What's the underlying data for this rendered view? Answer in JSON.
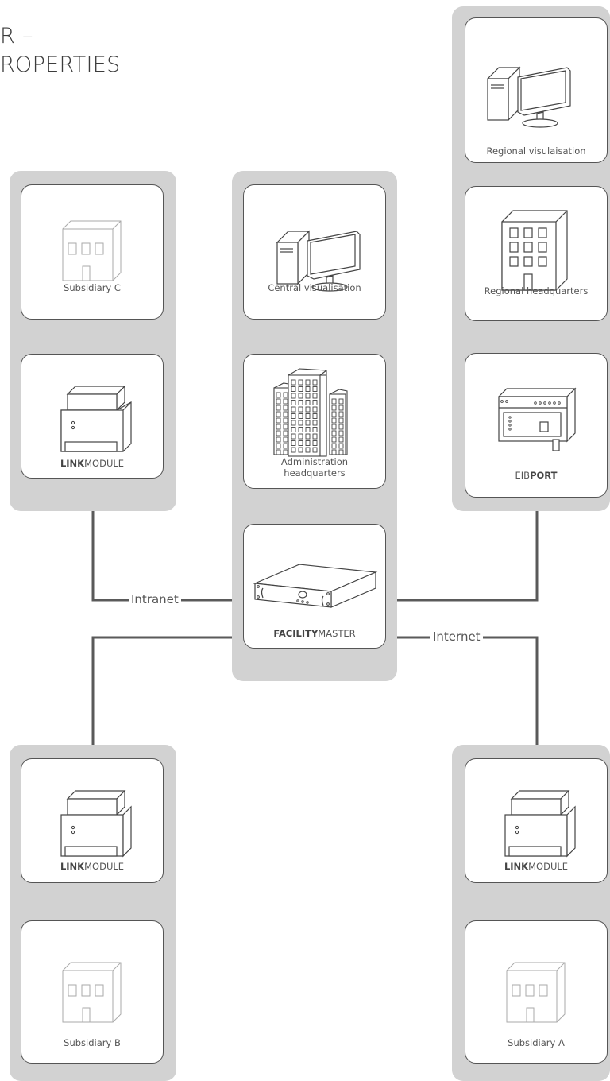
{
  "title": {
    "line1": "R –",
    "line2": "ROPERTIES"
  },
  "networks": {
    "intranet": "Intranet",
    "internet": "Internet"
  },
  "devices": {
    "subsidiary_c": "Subsidiary C",
    "linkmodule_c": {
      "bold": "LINK",
      "rest": "MODULE"
    },
    "central_visualisation": "Central visualisation",
    "administration_headquarters": {
      "line1": "Administration",
      "line2": "headquarters"
    },
    "facilitymaster": {
      "bold": "FACILITY",
      "rest": "MASTER"
    },
    "regional_visualisation": "Regional visulaisation",
    "regional_headquarters": "Regional headquarters",
    "eibport": {
      "rest": "EIB",
      "bold": "PORT"
    },
    "linkmodule_b": {
      "bold": "LINK",
      "rest": "MODULE"
    },
    "subsidiary_b": "Subsidiary B",
    "linkmodule_a": {
      "bold": "LINK",
      "rest": "MODULE"
    },
    "subsidiary_a": "Subsidiary A"
  },
  "colors": {
    "column_bg": "#d2d2d2",
    "line": "#5a5a5a",
    "card_border": "#555555"
  },
  "icons": [
    "house-icon",
    "din-module-icon",
    "computer-icon",
    "office-towers-icon",
    "rack-server-icon",
    "office-building-icon",
    "eibport-device-icon"
  ]
}
